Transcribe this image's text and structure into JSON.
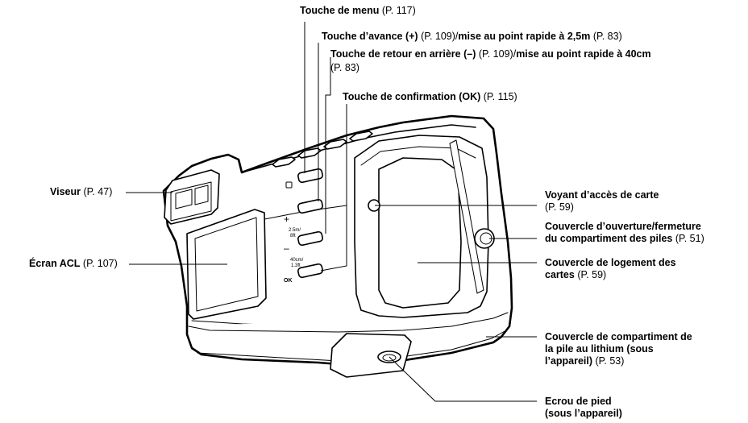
{
  "callouts": [
    {
      "id": "menu",
      "bold": "Touche de menu",
      "normal": " (P. 117)"
    },
    {
      "id": "avance",
      "bold": "Touche d’avance (+)",
      "normal": " (P. 109)/",
      "bold2": "mise au point rapide à 2,5m",
      "normal2": " (P. 83)"
    },
    {
      "id": "retour",
      "bold": "Touche de retour en arrière (–)",
      "normal": " (P. 109)/",
      "bold2": "mise au point rapide à 40cm",
      "line2": "(P. 83)"
    },
    {
      "id": "ok",
      "bold": "Touche de confirmation (OK)",
      "normal": " (P. 115)"
    },
    {
      "id": "viseur",
      "bold": "Viseur",
      "normal": " (P. 47)"
    },
    {
      "id": "ecran",
      "bold": "Écran ACL",
      "normal": " (P. 107)"
    },
    {
      "id": "voyant",
      "bold": "Voyant d’accès de carte",
      "line2": "(P. 59)"
    },
    {
      "id": "piles",
      "bold": "Couvercle d’ouverture/fermeture",
      "bold_l2": "du compartiment des piles",
      "normal_l2": " (P. 51)"
    },
    {
      "id": "cartes",
      "bold": "Couvercle de logement des",
      "bold_l2": "cartes",
      "normal_l2": " (P. 59)"
    },
    {
      "id": "lithium",
      "bold": "Couvercle de compartiment de",
      "bold_l2": "la pile au lithium (sous",
      "bold_l3": "l’appareil)",
      "normal_l3": " (P. 53)"
    },
    {
      "id": "pied",
      "bold": "Ecrou de pied",
      "bold_l2": "(sous l’appareil)"
    }
  ],
  "button_marks": {
    "plus": "+",
    "minus": "–",
    "ok": "OK",
    "far_top": "2.5m/",
    "far_bottom": "8ft",
    "near_top": "40cm/",
    "near_bottom": "1.3ft"
  }
}
